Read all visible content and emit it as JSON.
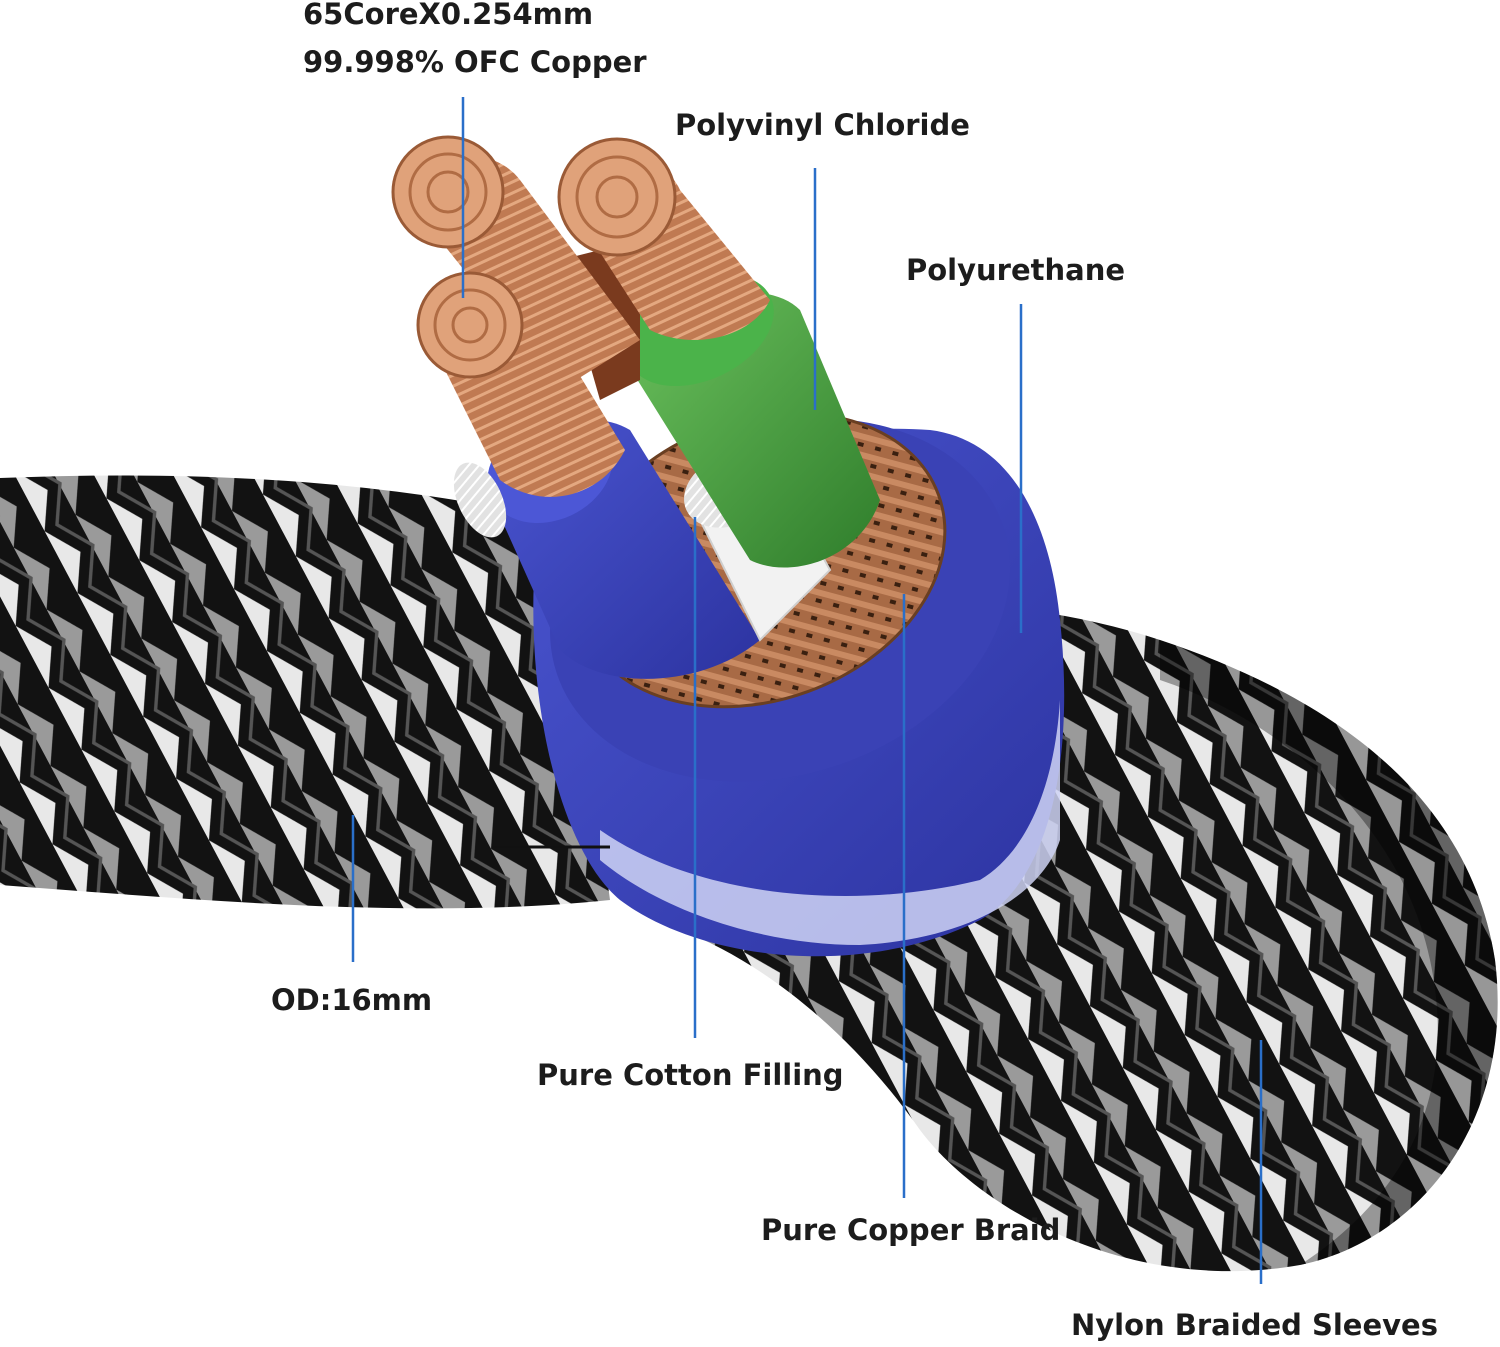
{
  "colors": {
    "leader": "#2a6fc9",
    "copper": "#c98a62",
    "green_insulation": "#3f9a3a",
    "blue_insulation": "#3c45b8",
    "white_insulation": "#eeeeee",
    "sleeve_dark": "#111111",
    "sleeve_light": "#e6e6e6"
  },
  "labels": {
    "conductor_line1": "65CoreX0.254mm",
    "conductor_line2": "99.998% OFC Copper",
    "pvc": "Polyvinyl Chloride",
    "pu": "Polyurethane",
    "od": "OD:16mm",
    "cotton": "Pure Cotton Filling",
    "braid": "Pure Copper Braid",
    "sleeve": "Nylon Braided Sleeves"
  }
}
